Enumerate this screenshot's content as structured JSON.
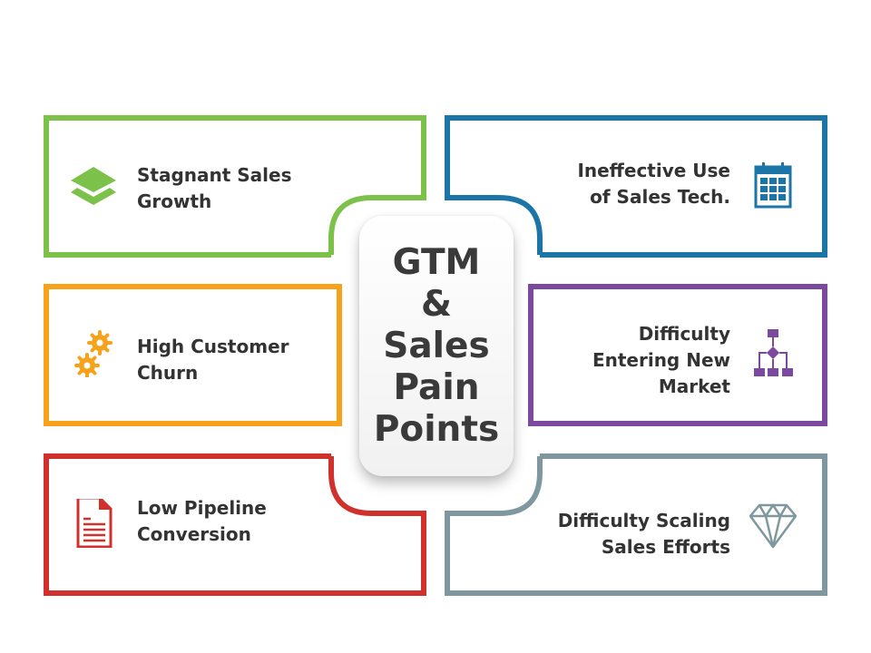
{
  "title": "GTM\n&\nSales\nPain\nPoints",
  "colors": {
    "green": "#7cc24a",
    "blue": "#1b75a6",
    "orange": "#f7a21b",
    "purple": "#7b4a9e",
    "red": "#d0312d",
    "gray": "#7f98a0"
  },
  "items": [
    {
      "label": "Stagnant Sales\nGrowth",
      "icon": "layers-icon"
    },
    {
      "label": "High Customer\nChurn",
      "icon": "gears-icon"
    },
    {
      "label": "Low Pipeline\nConversion",
      "icon": "document-icon"
    },
    {
      "label": "Ineffective Use\nof Sales Tech.",
      "icon": "calendar-icon"
    },
    {
      "label": "Difficulty\nEntering New\nMarket",
      "icon": "flowchart-icon"
    },
    {
      "label": "Difficulty Scaling\nSales Efforts",
      "icon": "diamond-icon"
    }
  ]
}
